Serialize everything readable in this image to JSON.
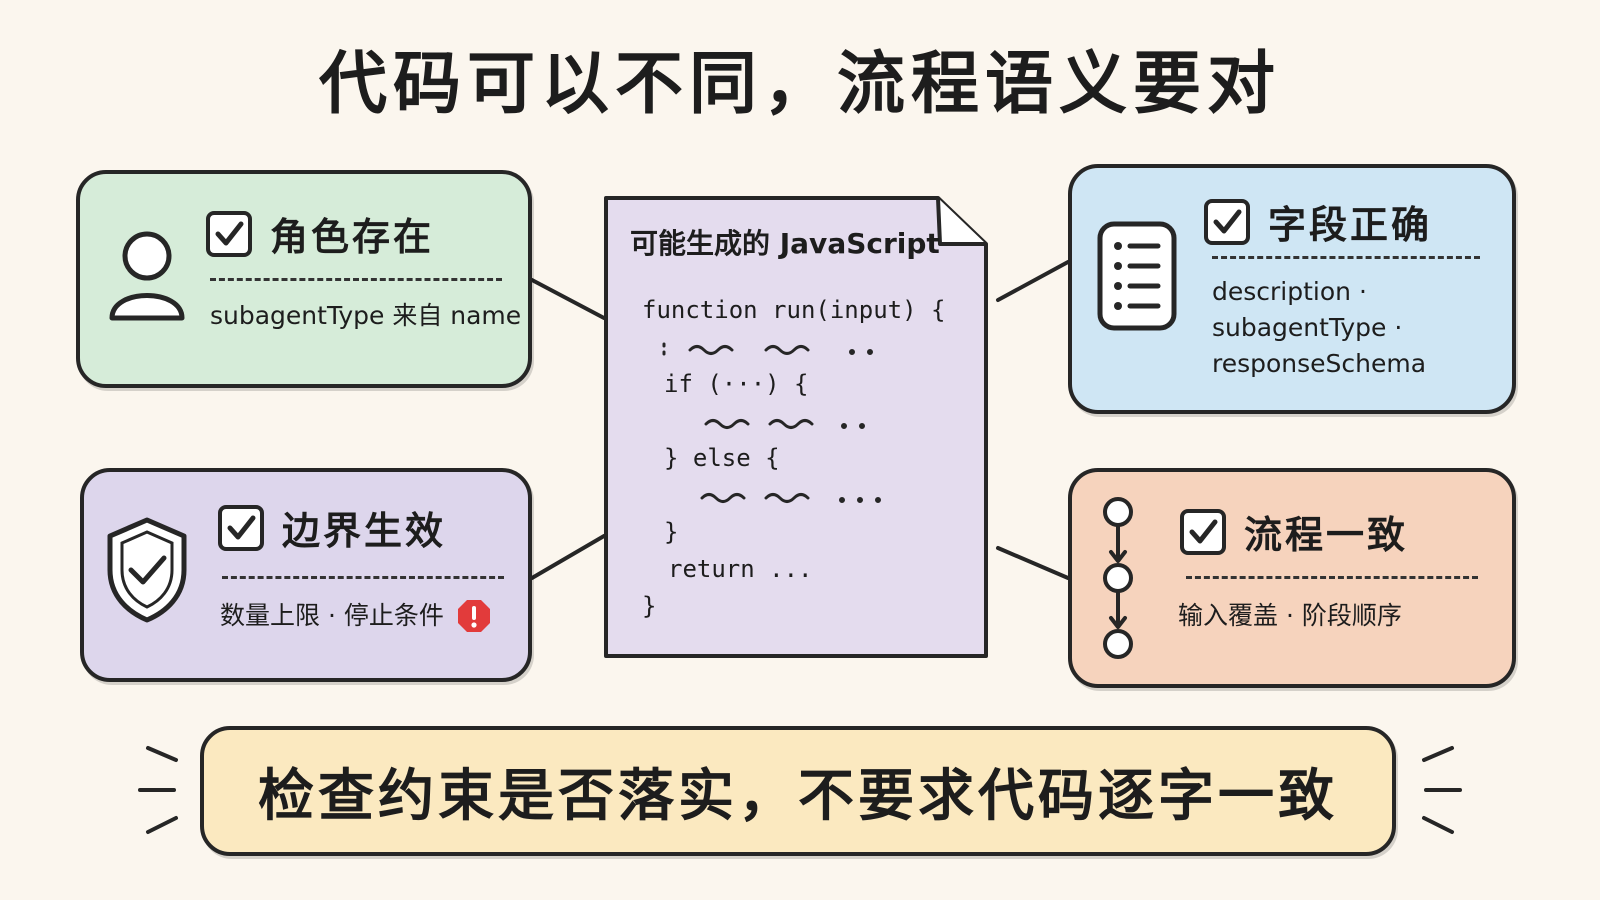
{
  "title": "代码可以不同，流程语义要对",
  "cards": {
    "role": {
      "heading": "角色存在",
      "body": "subagentType 来自 name",
      "icon": "person-icon"
    },
    "bound": {
      "heading": "边界生效",
      "body": "数量上限 · 停止条件",
      "icon": "shield-check-icon",
      "alert_icon": "exclamation-alert-icon"
    },
    "field": {
      "heading": "字段正确",
      "lines": [
        "description ·",
        "subagentType ·",
        "responseSchema"
      ],
      "icon": "list-document-icon"
    },
    "flow": {
      "heading": "流程一致",
      "body": "输入覆盖 · 阶段顺序",
      "icon": "flow-steps-icon"
    }
  },
  "document": {
    "title": "可能生成的 JavaScript",
    "code": {
      "fn": "function run(input) {",
      "if": "if (···) {",
      "else": "} else {",
      "close_inner": "}",
      "return": "return ...",
      "close_outer": "}"
    }
  },
  "conclusion": "检查约束是否落实，不要求代码逐字一致",
  "colors": {
    "role": "#d6ecd9",
    "bound": "#ddd6ec",
    "field": "#cfe6f4",
    "flow": "#f6d3bd",
    "document": "#e4dcee",
    "conclusion": "#fbe9c0",
    "alert": "#e23b3b"
  }
}
